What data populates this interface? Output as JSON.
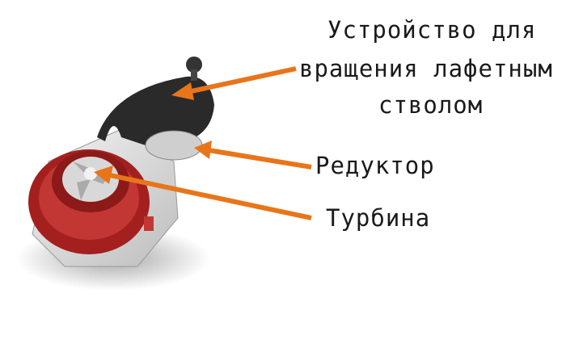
{
  "labels": {
    "device_line1": "Устройство для",
    "device_line2": "вращения лафетным",
    "device_line3": "стволом",
    "reducer": "Редуктор",
    "turbine": "Турбина"
  },
  "colors": {
    "arrow": "#e8751a",
    "body_red": "#b3282a",
    "plate": "#2a2a2a",
    "housing": "#d9d9d9"
  }
}
